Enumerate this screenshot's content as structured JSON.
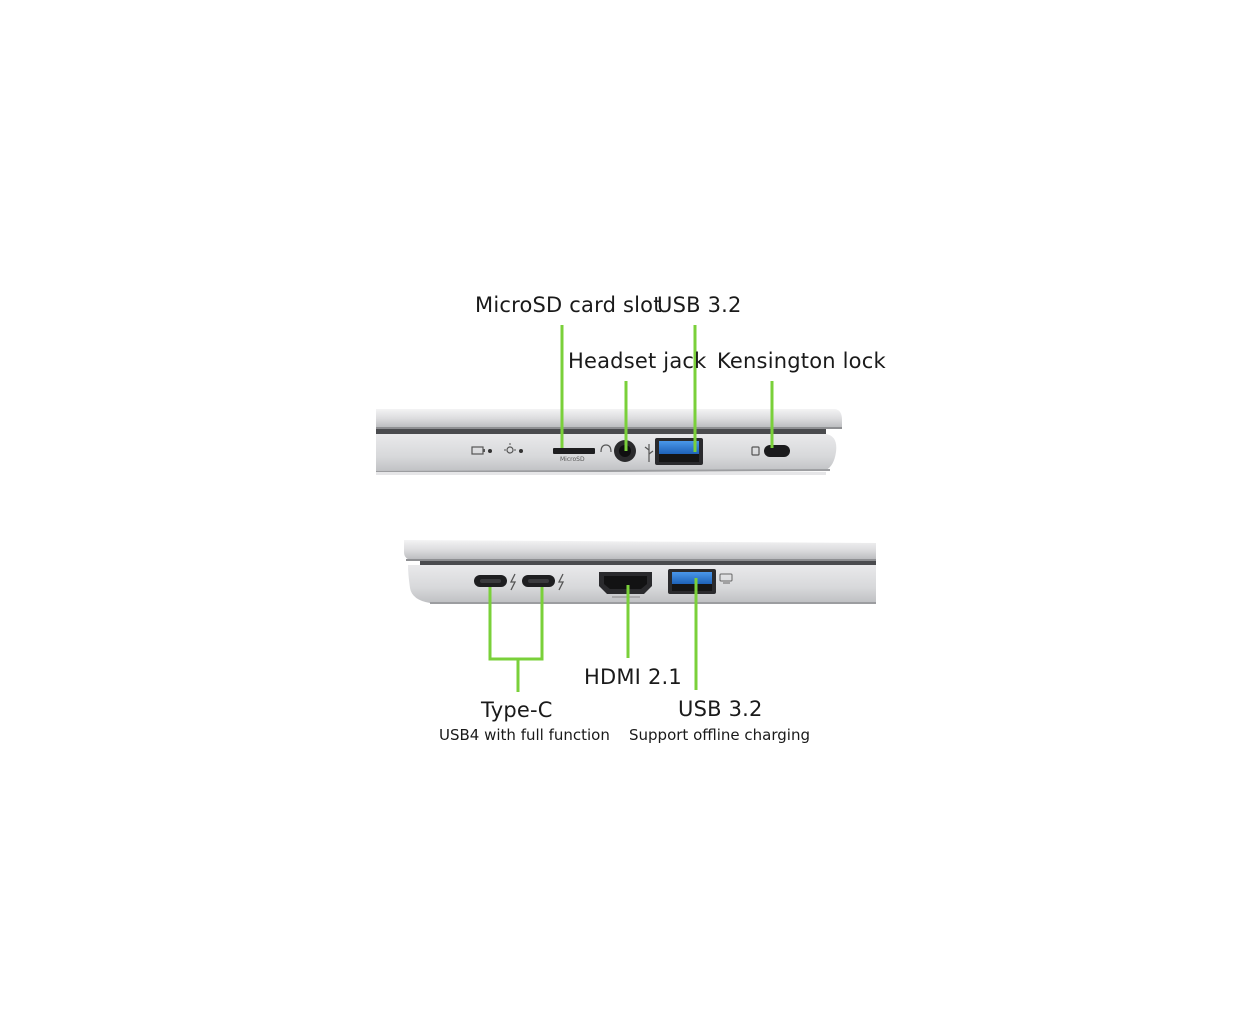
{
  "top_view": {
    "labels": {
      "microsd": "MicroSD card slot",
      "usb_top": "USB 3.2",
      "headset": "Headset jack",
      "kensington": "Kensington lock"
    },
    "printed_text": {
      "microsd_marking": "MicroSD"
    }
  },
  "bottom_view": {
    "labels": {
      "type_c": "Type-C",
      "type_c_sub": "USB4 with full function",
      "hdmi": "HDMI 2.1",
      "usb_bottom": "USB 3.2",
      "usb_bottom_sub": "Support offline charging"
    }
  },
  "colors": {
    "callout": "#7ad03a",
    "chassis": "#d9dadc",
    "usb_blue": "#2f7fd6"
  }
}
